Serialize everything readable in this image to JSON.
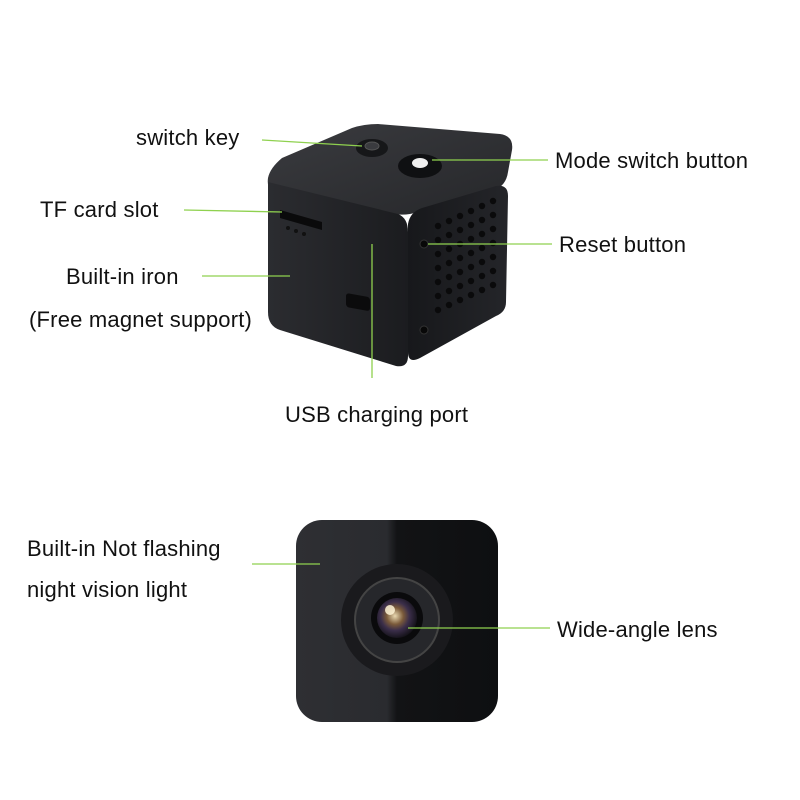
{
  "colors": {
    "leader_line": "#8fd14f",
    "text": "#111111",
    "body_dark": "#1d1e21",
    "background": "#ffffff"
  },
  "top_view": {
    "labels": {
      "switch_key": "switch key",
      "mode_switch_button": "Mode switch button",
      "tf_card_slot": "TF card slot",
      "reset_button": "Reset button",
      "built_in_iron": "Built-in iron",
      "free_magnet_support": "(Free magnet support)",
      "usb_charging_port": "USB charging port"
    }
  },
  "front_view": {
    "labels": {
      "night_vision_line1": "Built-in Not flashing",
      "night_vision_line2": "night vision light",
      "wide_angle_lens": "Wide-angle lens"
    }
  }
}
